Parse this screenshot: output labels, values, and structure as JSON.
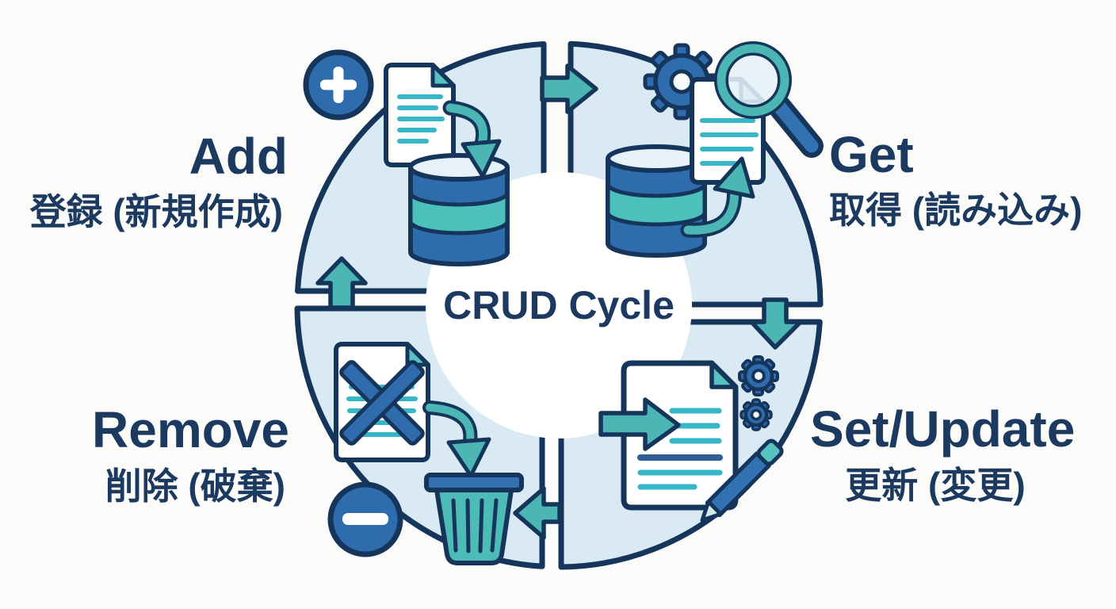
{
  "diagram": {
    "title": "CRUD Cycle",
    "flow_direction": "clockwise",
    "quadrants": [
      {
        "key": "create",
        "position": "top-left",
        "label_en": "Add",
        "label_ja": "登録 (新規作成)",
        "badge": "plus-icon",
        "icons": [
          "document-icon",
          "curved-arrow-icon",
          "database-icon"
        ]
      },
      {
        "key": "read",
        "position": "top-right",
        "label_en": "Get",
        "label_ja": "取得 (読み込み)",
        "badge": "",
        "icons": [
          "gear-icon",
          "magnifier-icon",
          "document-icon",
          "database-icon",
          "curved-arrow-icon"
        ]
      },
      {
        "key": "update",
        "position": "bottom-right",
        "label_en": "Set/Update",
        "label_ja": "更新 (変更)",
        "badge": "",
        "icons": [
          "write-arrow-icon",
          "document-icon",
          "gear-icon",
          "pencil-icon"
        ]
      },
      {
        "key": "delete",
        "position": "bottom-left",
        "label_en": "Remove",
        "label_ja": "削除 (破棄)",
        "badge": "minus-icon",
        "icons": [
          "crossed-document-icon",
          "curved-arrow-icon",
          "trash-icon"
        ]
      }
    ],
    "flow_arrows": [
      "right",
      "down",
      "left",
      "up"
    ],
    "colors": {
      "outline_navy": "#16355b",
      "text_navy": "#1c3a60",
      "primary_blue": "#2e6cad",
      "teal": "#4bb6b4",
      "light_teal": "#57c2c0",
      "line_teal": "#36b6c6",
      "quadrant_fill": "#daeaf5",
      "lens_fill": "#e4f1f8",
      "background": "#fbfbf9",
      "white": "#ffffff"
    }
  }
}
